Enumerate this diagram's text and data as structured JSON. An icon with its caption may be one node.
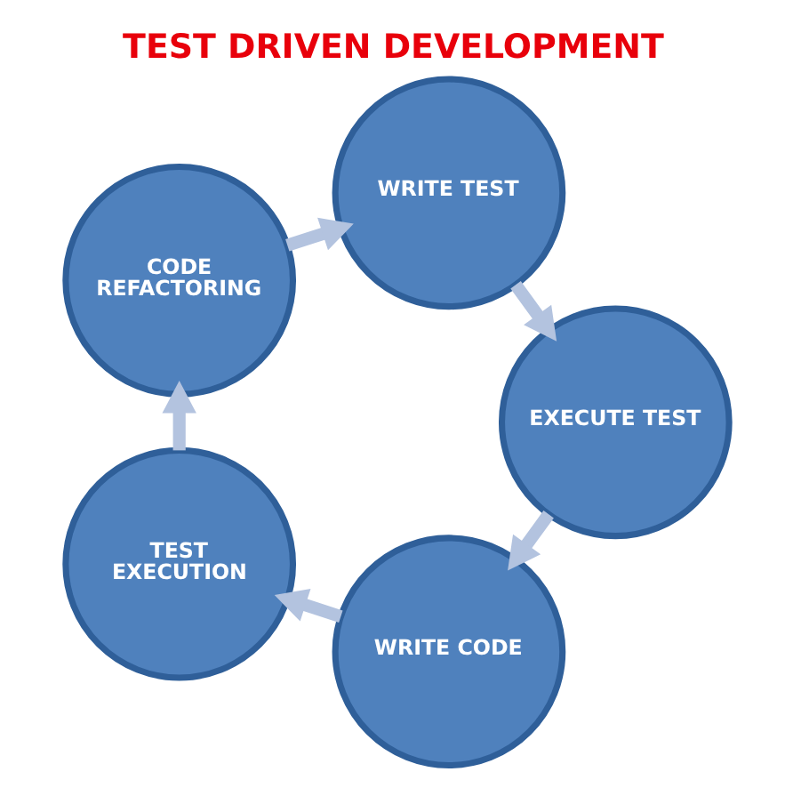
{
  "diagram": {
    "title": "TEST DRIVEN DEVELOPMENT",
    "nodes": [
      {
        "text": [
          "WRITE TEST"
        ]
      },
      {
        "text": [
          "EXECUTE TEST"
        ]
      },
      {
        "text": [
          "WRITE CODE"
        ]
      },
      {
        "text": [
          "TEST EXECUTION"
        ]
      },
      {
        "text": [
          "CODE REFACTORING"
        ]
      }
    ],
    "edges": [
      {
        "from": 0,
        "to": 1,
        "arrow": "to"
      },
      {
        "from": 1,
        "to": 2,
        "arrow": "to"
      },
      {
        "from": 2,
        "to": 3,
        "arrow": "to"
      },
      {
        "from": 3,
        "to": 4,
        "arrow": "to"
      },
      {
        "from": 4,
        "to": 0,
        "arrow": "to"
      }
    ]
  }
}
